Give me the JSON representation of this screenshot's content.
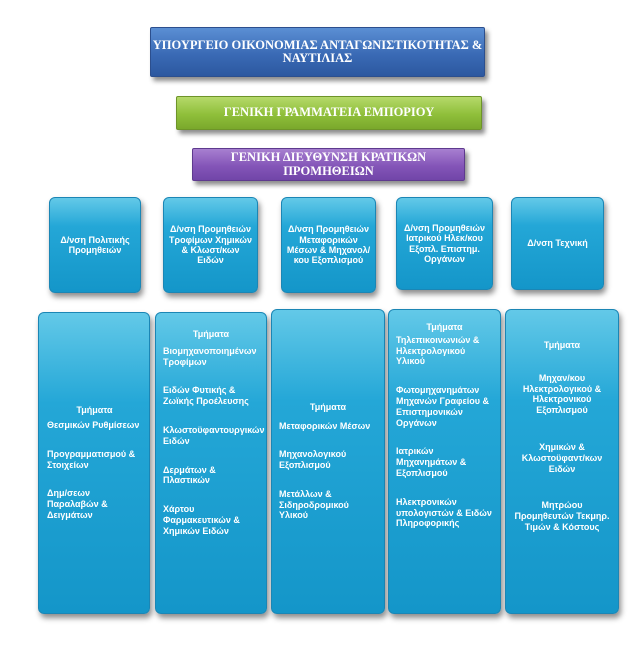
{
  "header": {
    "ministry": "ΥΠΟΥΡΓΕΙΟ ΟΙΚΟΝΟΜΙΑΣ ΑΝΤΑΓΩΝΙΣΤΙΚΟΤΗΤΑΣ & ΝΑΥΤΙΛΙΑΣ",
    "secretariat": "ΓΕΝΙΚΗ ΓΡΑΜΜΑΤΕΙΑ ΕΜΠΟΡΙΟΥ",
    "directorate": "ΓΕΝΙΚΗ ΔΙΕΥΘΥΝΣΗ ΚΡΑΤΙΚΩΝ ΠΡΟΜΗΘΕΙΩΝ"
  },
  "directorates": [
    "Δ/νση Πολιτικής Προμηθειών",
    "Δ/νση Προμηθειών Τροφίμων Χημικών & Κλωστ/κων Ειδών",
    "Δ/νση Προμηθειών Μεταφορικών Μέσων & Μηχανολ/κου Εξοπλισμού",
    "Δ/νση Προμηθειών Ιατρικού Ηλεκ/κου Εξοπλ. Επιστημ. Οργάνων",
    "Δ/νση Τεχνική"
  ],
  "sections": [
    {
      "title": "Τμήματα",
      "items": [
        "Θεσμικών Ρυθμίσεων",
        "Προγραμματισμού & Στοιχείων",
        "Δημ/σεων Παραλαβών & Δειγμάτων"
      ]
    },
    {
      "title": "Τμήματα",
      "items": [
        "Βιομηχανοποιημένων Τροφίμων",
        "Ειδών Φυτικής & Ζωϊκής Προέλευσης",
        "Κλωστοϋφαντουργικών Ειδών",
        "Δερμάτων & Πλαστικών",
        "Χάρτου Φαρμακευτικών & Χημικών Ειδών"
      ]
    },
    {
      "title": "Τμήματα",
      "items": [
        "Μεταφορικών Μέσων",
        "Μηχανολογικού Εξοπλισμού",
        "Μετάλλων & Σιδηροδρομικού Υλικού"
      ]
    },
    {
      "title": "Τμήματα",
      "items": [
        "Τηλεπικοινωνιών & Ηλεκτρολογικού Υλικού",
        "Φωτομηχανημάτων Μηχανών Γραφείου & Επιστημονικών Οργάνων",
        "Ιατρικών Μηχανημάτων & Εξοπλισμού",
        "Ηλεκτρονικών υπολογιστών & Ειδών Πληροφορικής"
      ]
    },
    {
      "title": "Τμήματα",
      "items": [
        "Μηχαν/κου Ηλεκτρολογικού & Ηλεκτρονικού Εξοπλισμού",
        "Χημικών & Κλωστοϋφαντ/κων Ειδών",
        "Μητρώου Προμηθευτών Τεκμηρ. Τιμών & Κόστους"
      ]
    }
  ]
}
